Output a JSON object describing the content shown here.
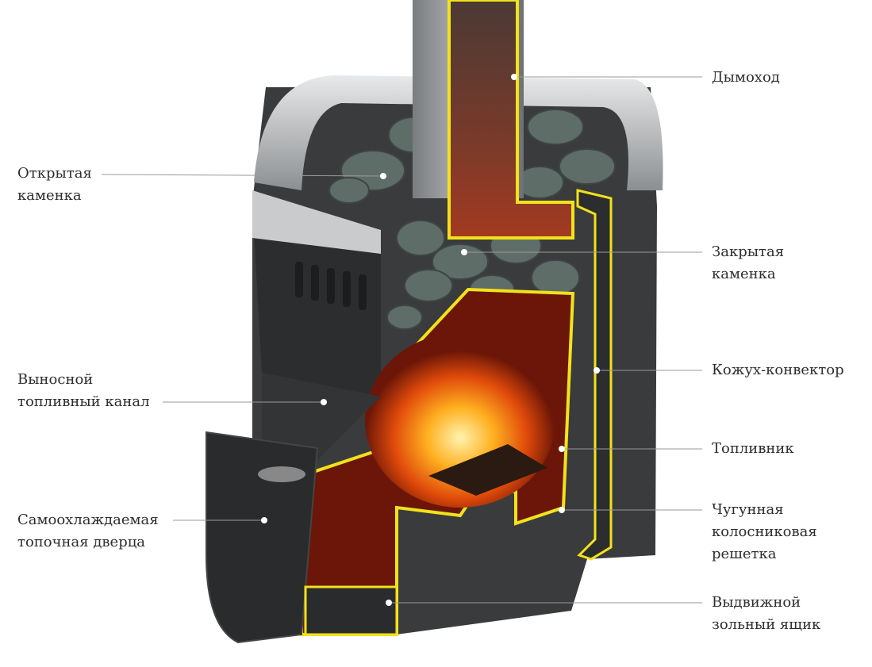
{
  "labels": {
    "chimney": [
      "Дымоход"
    ],
    "open_heater": [
      "Открытая",
      "каменка"
    ],
    "closed_heater": [
      "Закрытая",
      "каменка"
    ],
    "fuel_channel": [
      "Выносной",
      "топливный канал"
    ],
    "convector_casing": [
      "Кожух-конвектор"
    ],
    "firebox": [
      "Топливник"
    ],
    "grate": [
      "Чугунная",
      "колосниковая",
      "решетка"
    ],
    "door": [
      "Самоохлаждаемая",
      "топочная дверца"
    ],
    "ash_box": [
      "Выдвижной",
      "зольный ящик"
    ]
  },
  "colors": {
    "body": "#3a3b3d",
    "outline": "#f2e21a",
    "firebox": "#6b1608",
    "fire": "#ff9a1a",
    "stones": "#5f6d68",
    "leader": "#9a9a9a",
    "text": "#2e2e2e"
  }
}
